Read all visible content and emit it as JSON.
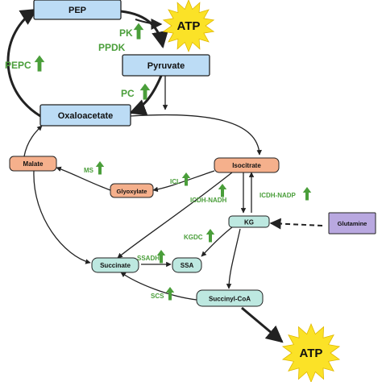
{
  "metabolites": {
    "pep": "PEP",
    "pyruvate": "Pyruvate",
    "oxaloacetate": "Oxaloacetate",
    "malate": "Malate",
    "glyoxylate": "Glyoxylate",
    "isocitrate": "Isocitrate",
    "kg": "KG",
    "glutamine": "Glutamine",
    "succinate": "Succinate",
    "ssa": "SSA",
    "succinyl_coa": "Succinyl-CoA"
  },
  "atp": {
    "top": "ATP",
    "bottom": "ATP"
  },
  "enzymes": {
    "pk": "PK",
    "ppdk": "PPDK",
    "pepc": "PEPC",
    "pc": "PC",
    "ms": "MS",
    "icl": "ICL",
    "icdh_nadh": "ICDH-NADH",
    "icdh_nadp": "ICDH-NADP",
    "kgdc": "KGDC",
    "ssadh": "SSADH",
    "scs": "SCS"
  },
  "colors": {
    "blue_node": "#bcdcf5",
    "orange_node": "#f5b08c",
    "teal_node": "#bde8e0",
    "purple_node": "#b9a8e0",
    "atp_burst": "#fbe227",
    "enzyme_green": "#4a9e3a",
    "stroke": "#222222"
  },
  "icons": {
    "up_regulation": "green-up-arrow-icon",
    "energy": "atp-starburst-icon"
  }
}
